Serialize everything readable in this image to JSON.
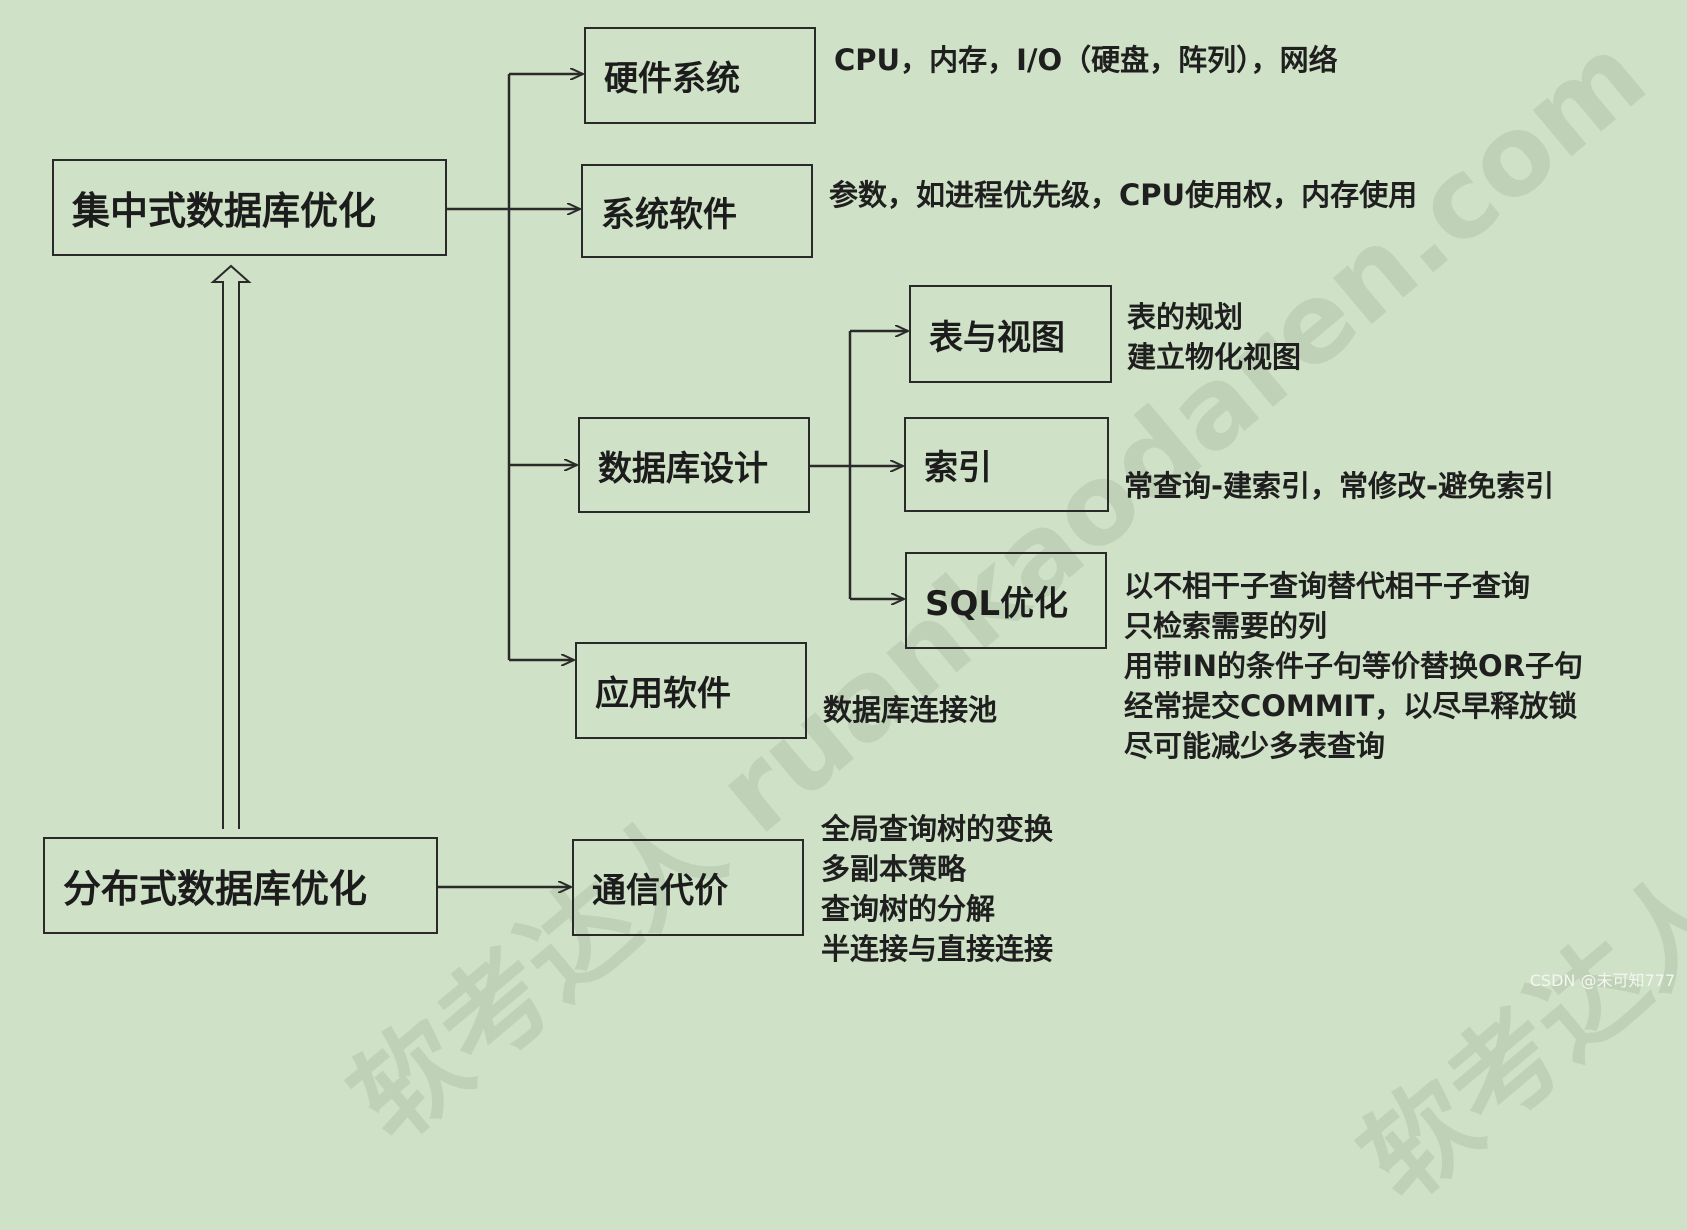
{
  "colors": {
    "background": "#cfe1c6",
    "line": "#2a2a2a"
  },
  "nodes": {
    "centralized": "集中式数据库优化",
    "distributed": "分布式数据库优化",
    "hardware": "硬件系统",
    "system_software": "系统软件",
    "db_design": "数据库设计",
    "app_software": "应用软件",
    "communication": "通信代价",
    "tables_views": "表与视图",
    "index": "索引",
    "sql_opt": "SQL优化"
  },
  "notes": {
    "hardware": "CPU，内存，I/O（硬盘，阵列），网络",
    "system_software": "参数，如进程优先级，CPU使用权，内存使用",
    "tables_views": [
      "表的规划",
      "建立物化视图"
    ],
    "index": "常查询-建索引，常修改-避免索引",
    "sql_opt": [
      "以不相干子查询替代相干子查询",
      "只检索需要的列",
      "用带IN的条件子句等价替换OR子句",
      "经常提交COMMIT，以尽早释放锁",
      "尽可能减少多表查询"
    ],
    "app_software": "数据库连接池",
    "communication": [
      "全局查询树的变换",
      "多副本策略",
      "查询树的分解",
      "半连接与直接连接"
    ]
  },
  "watermark": "软考达人 ruankaodaren.com",
  "credit": "CSDN @未可知777"
}
